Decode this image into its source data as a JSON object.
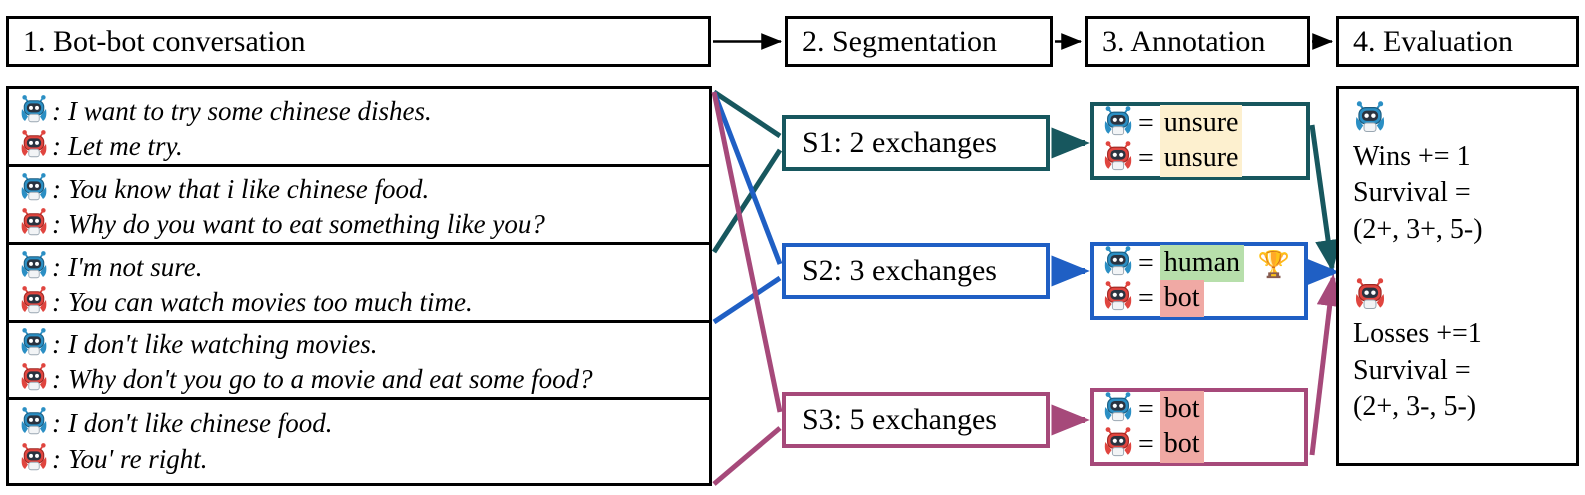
{
  "pipeline": {
    "steps": [
      {
        "label": "1. Bot-bot conversation"
      },
      {
        "label": "2. Segmentation"
      },
      {
        "label": "3. Annotation"
      },
      {
        "label": "4. Evaluation"
      }
    ]
  },
  "conversation": {
    "exchanges": [
      {
        "blue": "I want to try some chinese dishes.",
        "red": "Let me try."
      },
      {
        "blue": "You know that i like chinese food.",
        "red": "Why do you want to eat something like you?"
      },
      {
        "blue": "I'm not sure.",
        "red": "You can watch movies too much time."
      },
      {
        "blue": "I don't like watching movies.",
        "red": "Why don't you go to a movie and eat some food?"
      },
      {
        "blue": "I don't like chinese food.",
        "red": "You' re right."
      }
    ],
    "separator": ":"
  },
  "segments": [
    {
      "label": "S1: 2 exchanges",
      "color": "#17575e"
    },
    {
      "label": "S2: 3 exchanges",
      "color": "#1f5fc4"
    },
    {
      "label": "S3: 5 exchanges",
      "color": "#a6497a"
    }
  ],
  "annotations": [
    {
      "equals": "=",
      "blue_value": "unsure",
      "red_value": "unsure",
      "blue_highlight": "#fdf0cf",
      "red_highlight": "#fdf0cf",
      "trophy": ""
    },
    {
      "equals": "=",
      "blue_value": "human",
      "red_value": "bot",
      "blue_highlight": "#b7dfab",
      "red_highlight": "#f0a9a4",
      "trophy": "🏆"
    },
    {
      "equals": "=",
      "blue_value": "bot",
      "red_value": "bot",
      "blue_highlight": "#f0a9a4",
      "red_highlight": "#f0a9a4",
      "trophy": ""
    }
  ],
  "evaluation": {
    "win_block": {
      "line1": "Wins += 1",
      "line2": "Survival =",
      "line3": "(2+, 3+, 5-)"
    },
    "loss_block": {
      "line1": "Losses +=1",
      "line2": "Survival =",
      "line3": "(2+, 3-, 5-)"
    }
  },
  "colors": {
    "teal": "#17575e",
    "blue": "#1f5fc4",
    "purple": "#a6497a",
    "bot_blue": "#2b8fc4",
    "bot_red": "#e0453f",
    "black": "#000000"
  }
}
